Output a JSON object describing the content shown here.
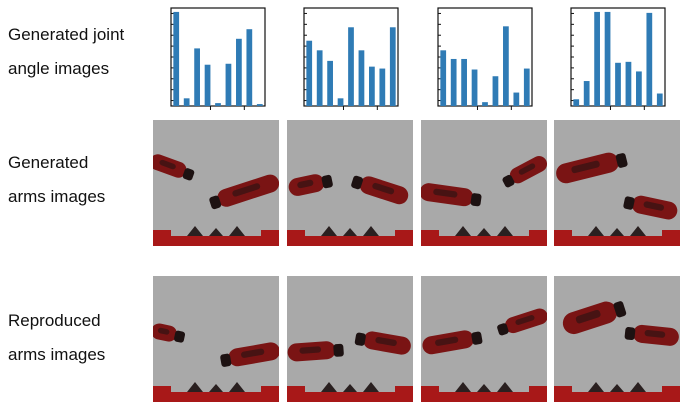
{
  "labels": {
    "top": [
      "Generated joint",
      "angle images"
    ],
    "mid": [
      "Generated",
      "arms images"
    ],
    "bot": [
      "Reproduced",
      "arms images"
    ]
  },
  "colors": {
    "bar": "#2f7bb5",
    "background": "#a9a9a9",
    "arm": "#7a1414",
    "arm_dark": "#1d1212",
    "base": "#a81818"
  },
  "chart_data": [
    {
      "type": "bar",
      "values": [
        0.98,
        0.08,
        0.6,
        0.43,
        0.03,
        0.44,
        0.7,
        0.8,
        0.02
      ],
      "ylim": [
        0,
        1
      ]
    },
    {
      "type": "bar",
      "values": [
        0.68,
        0.58,
        0.47,
        0.08,
        0.82,
        0.58,
        0.41,
        0.39,
        0.82
      ],
      "ylim": [
        0,
        1
      ]
    },
    {
      "type": "bar",
      "values": [
        0.58,
        0.49,
        0.49,
        0.38,
        0.04,
        0.31,
        0.83,
        0.14,
        0.39
      ],
      "ylim": [
        0,
        1
      ]
    },
    {
      "type": "bar",
      "values": [
        0.07,
        0.26,
        0.98,
        0.98,
        0.45,
        0.46,
        0.36,
        0.97,
        0.13
      ],
      "ylim": [
        0,
        1
      ]
    }
  ]
}
